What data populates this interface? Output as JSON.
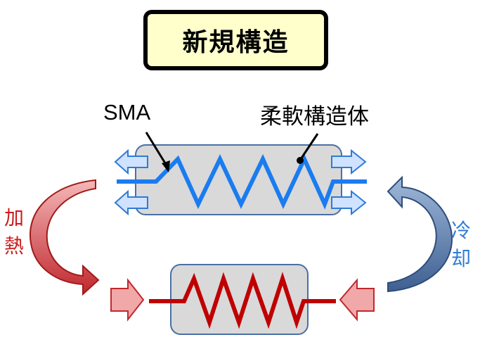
{
  "title": "新規構造",
  "labels": {
    "sma": "SMA",
    "flexible_structure": "柔軟構造体",
    "heating": [
      "加",
      "熱"
    ],
    "cooling": [
      "冷",
      "却"
    ]
  },
  "colors": {
    "title_fill": "#ffffcc",
    "body_fill": "#d9d9d9",
    "body_border": "#4a6fa5",
    "sma_cool": "#1a7cf0",
    "sma_hot": "#c00000",
    "arrow_heat": "#c0282e",
    "arrow_cool": "#4f72a8",
    "outward_arrow": "#cfe2ff",
    "inward_arrow": "#f0a8a8"
  }
}
